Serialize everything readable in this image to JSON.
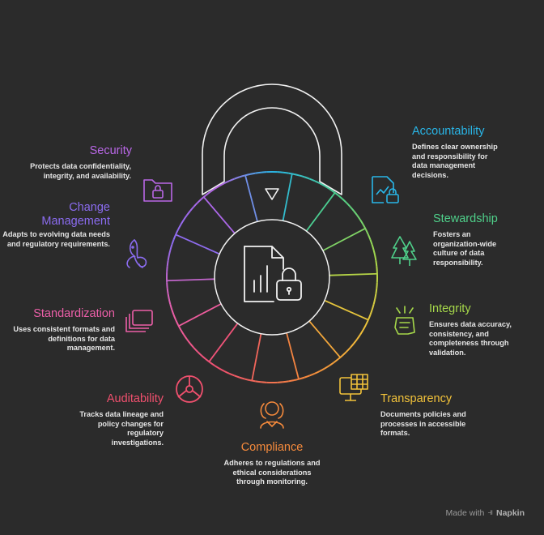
{
  "items": [
    {
      "title": "Security",
      "desc": "Protects data confidentiality, integrity, and availability.",
      "color": "#b967e6",
      "icon": "folder-lock-icon"
    },
    {
      "title": "Change Management",
      "desc": "Adapts to evolving data needs and regulatory requirements.",
      "color": "#8b6cf0",
      "icon": "octopus-icon"
    },
    {
      "title": "Standardization",
      "desc": "Uses consistent formats and definitions for data management.",
      "color": "#ec5fa8",
      "icon": "stacked-cards-icon"
    },
    {
      "title": "Auditability",
      "desc": "Tracks data lineage and policy changes for regulatory investigations.",
      "color": "#f0506e",
      "icon": "pie-chart-icon"
    },
    {
      "title": "Compliance",
      "desc": "Adheres to regulations and ethical considerations through monitoring.",
      "color": "#f58a3c",
      "icon": "person-icon"
    },
    {
      "title": "Transparency",
      "desc": "Documents policies and processes in accessible formats.",
      "color": "#f2c23a",
      "icon": "monitor-table-icon"
    },
    {
      "title": "Integrity",
      "desc": "Ensures data accuracy, consistency, and completeness through validation.",
      "color": "#a6d84a",
      "icon": "hand-icon"
    },
    {
      "title": "Stewardship",
      "desc": "Fosters an organization-wide culture of data responsibility.",
      "color": "#4fd08a",
      "icon": "trees-icon"
    },
    {
      "title": "Accountability",
      "desc": "Defines clear ownership and responsibility for data management decisions.",
      "color": "#29b6e8",
      "icon": "document-lock-icon"
    }
  ],
  "center_icon": "chart-lock-icon",
  "footer": {
    "made_with": "Made with",
    "brand": "Napkin"
  }
}
